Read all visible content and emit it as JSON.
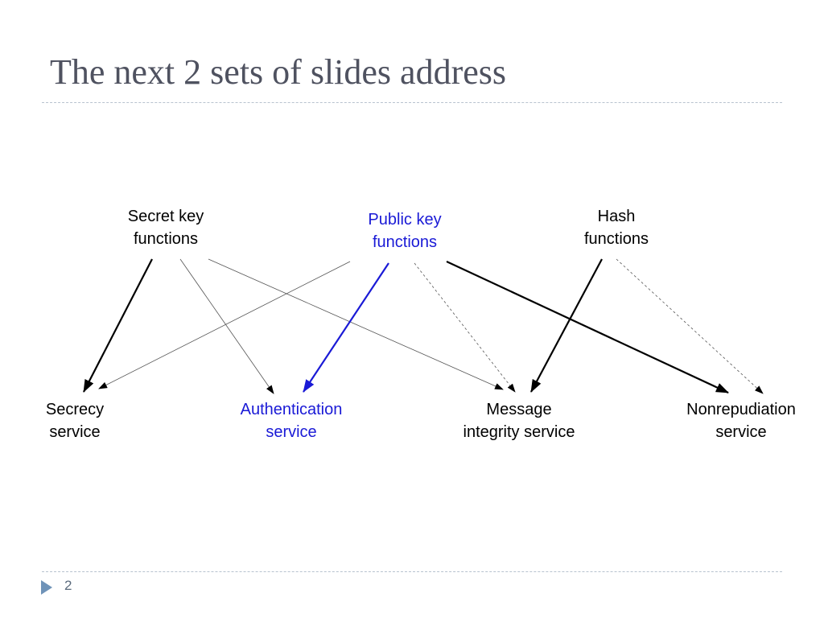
{
  "slide": {
    "title": "The next 2 sets of slides address",
    "page_number": "2"
  },
  "sources": [
    {
      "id": "secret",
      "label": "Secret key\nfunctions",
      "color": "#000000"
    },
    {
      "id": "public",
      "label": "Public key\nfunctions",
      "color": "#1a1ad6"
    },
    {
      "id": "hash",
      "label": "Hash\nfunctions",
      "color": "#000000"
    }
  ],
  "targets": [
    {
      "id": "secrecy",
      "label": "Secrecy\nservice",
      "color": "#000000"
    },
    {
      "id": "auth",
      "label": "Authentication\nservice",
      "color": "#1a1ad6"
    },
    {
      "id": "integrity",
      "label": "Message\nintegrity service",
      "color": "#000000"
    },
    {
      "id": "nonrep",
      "label": "Nonrepudiation\nservice",
      "color": "#000000"
    }
  ],
  "edges": [
    {
      "from": "secret",
      "to": "secrecy",
      "style": "bold"
    },
    {
      "from": "secret",
      "to": "auth",
      "style": "thin"
    },
    {
      "from": "secret",
      "to": "integrity",
      "style": "thin"
    },
    {
      "from": "public",
      "to": "secrecy",
      "style": "thin"
    },
    {
      "from": "public",
      "to": "auth",
      "style": "bold-blue"
    },
    {
      "from": "public",
      "to": "integrity",
      "style": "dashed"
    },
    {
      "from": "public",
      "to": "nonrep",
      "style": "bold"
    },
    {
      "from": "hash",
      "to": "integrity",
      "style": "bold"
    },
    {
      "from": "hash",
      "to": "nonrep",
      "style": "dashed"
    }
  ],
  "colors": {
    "title": "#4f5260",
    "accent_blue": "#1a1ad6",
    "divider": "#b8c3cf",
    "bullet": "#6f93b8"
  }
}
